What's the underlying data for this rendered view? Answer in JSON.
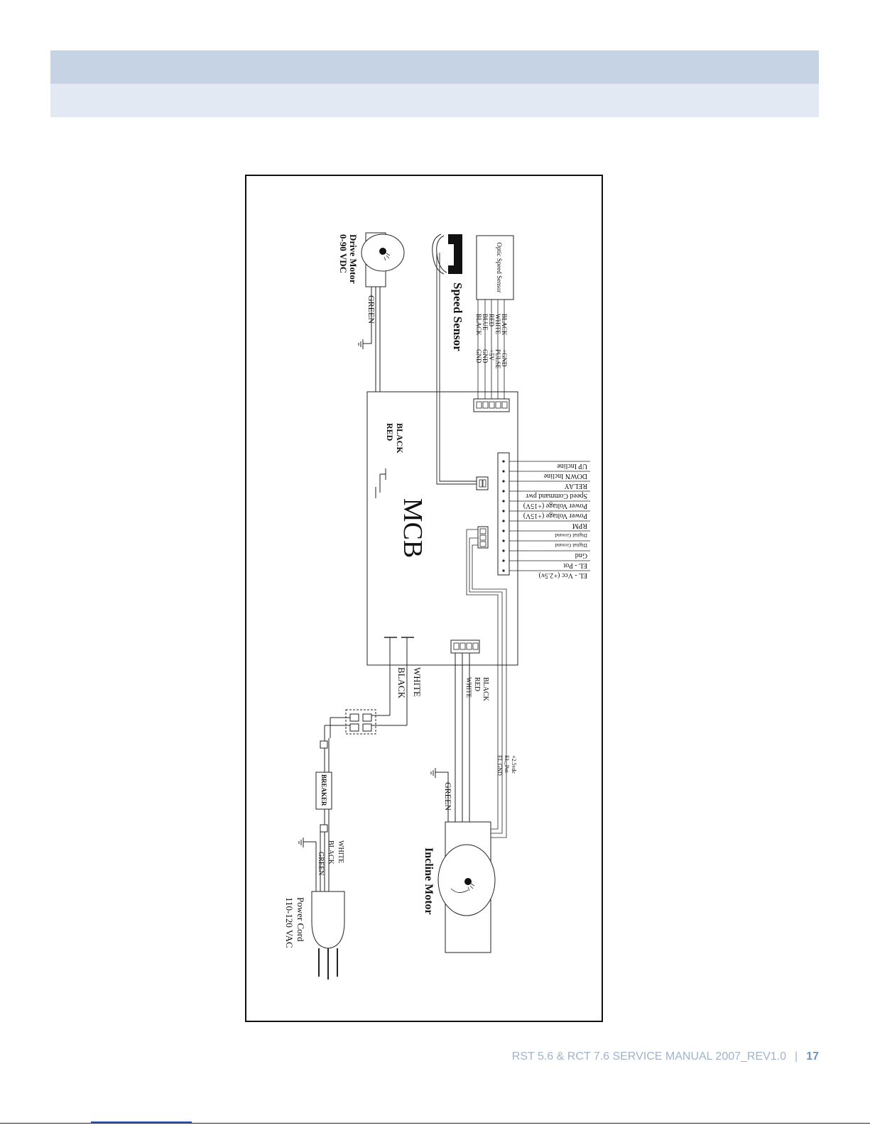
{
  "diagram": {
    "mcb_label": "MCB",
    "drive_motor": {
      "name": "Drive Motor",
      "rating": "0-90 VDC",
      "ground_wire": "GREEN"
    },
    "speed_sensor": {
      "title": "Speed Sensor",
      "optic_label": "Optic Speed Sensor",
      "wire_colors": [
        "BLACK",
        "WHITE",
        "RED",
        "BLUE",
        "BLACK"
      ],
      "pin_signals": [
        "+GND",
        "PULSE",
        "+5V",
        "GND",
        "GND"
      ]
    },
    "mcb_drive_wires": [
      "BLACK",
      "RED"
    ],
    "power_wires": [
      "WHITE",
      "BLACK"
    ],
    "incline_connector_wires": [
      "BLACK",
      "RED",
      "WHITE"
    ],
    "pot_wires": [
      "+2.5vdc",
      "EL_Pot",
      "EL GND"
    ],
    "incline_motor": {
      "name": "Incline Motor",
      "ground_wire": "GREEN"
    },
    "breaker_label": "BREAKER",
    "power_cord": {
      "name": "Power Cord",
      "rating": "110-120 VAC",
      "wire_colors": [
        "WHITE",
        "BLACK",
        "GREEN"
      ]
    },
    "console_signals": [
      "UP Incline",
      "DOWN Incline",
      "RELAY",
      "Speed Command pwr",
      "Power Voltage (+15V)",
      "Power Voltage (+15V)",
      "RPM",
      "Digital Ground",
      "Digital Ground",
      "Gnd",
      "EL - Pot",
      "EL - Vcc (+2.5v)"
    ]
  },
  "footer": {
    "manual_title": "RST 5.6 & RCT 7.6 SERVICE MANUAL 2007_REV1.0",
    "page_number": "17"
  }
}
